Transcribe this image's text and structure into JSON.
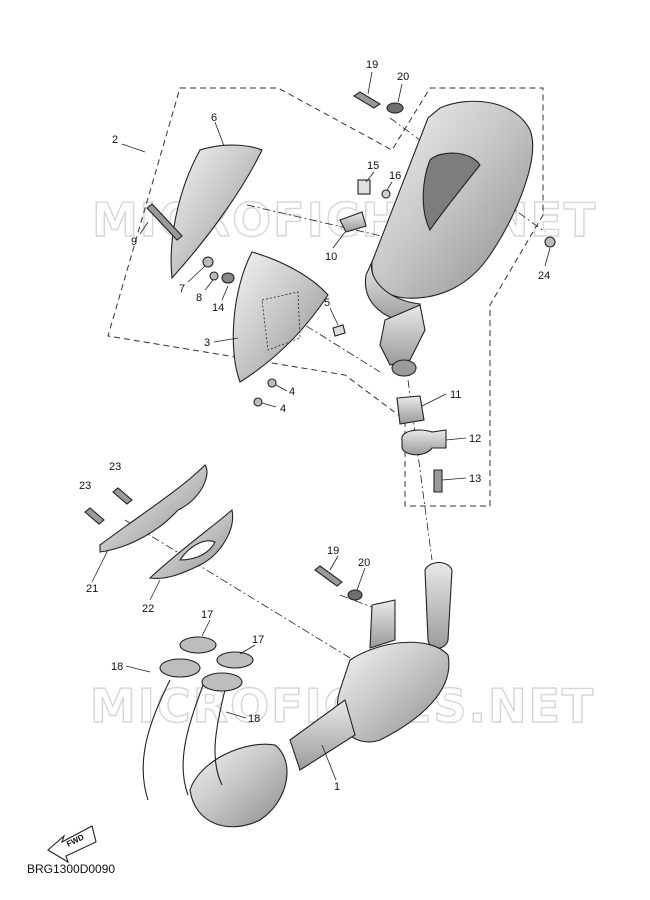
{
  "diagram": {
    "code": "BRG1300D0090",
    "watermark": "MICROFICHES.NET",
    "fwd_label": "FWD",
    "callouts": {
      "c1": "1",
      "c2": "2",
      "c3": "3",
      "c4a": "4",
      "c4b": "4",
      "c5": "5",
      "c6": "6",
      "c7": "7",
      "c8": "8",
      "c9": "9",
      "c10": "10",
      "c11": "11",
      "c12": "12",
      "c13": "13",
      "c14": "14",
      "c15": "15",
      "c16": "16",
      "c17a": "17",
      "c17b": "17",
      "c18a": "18",
      "c18b": "18",
      "c19a": "19",
      "c19b": "19",
      "c20a": "20",
      "c20b": "20",
      "c21": "21",
      "c22": "22",
      "c23a": "23",
      "c23b": "23",
      "c24": "24"
    }
  }
}
